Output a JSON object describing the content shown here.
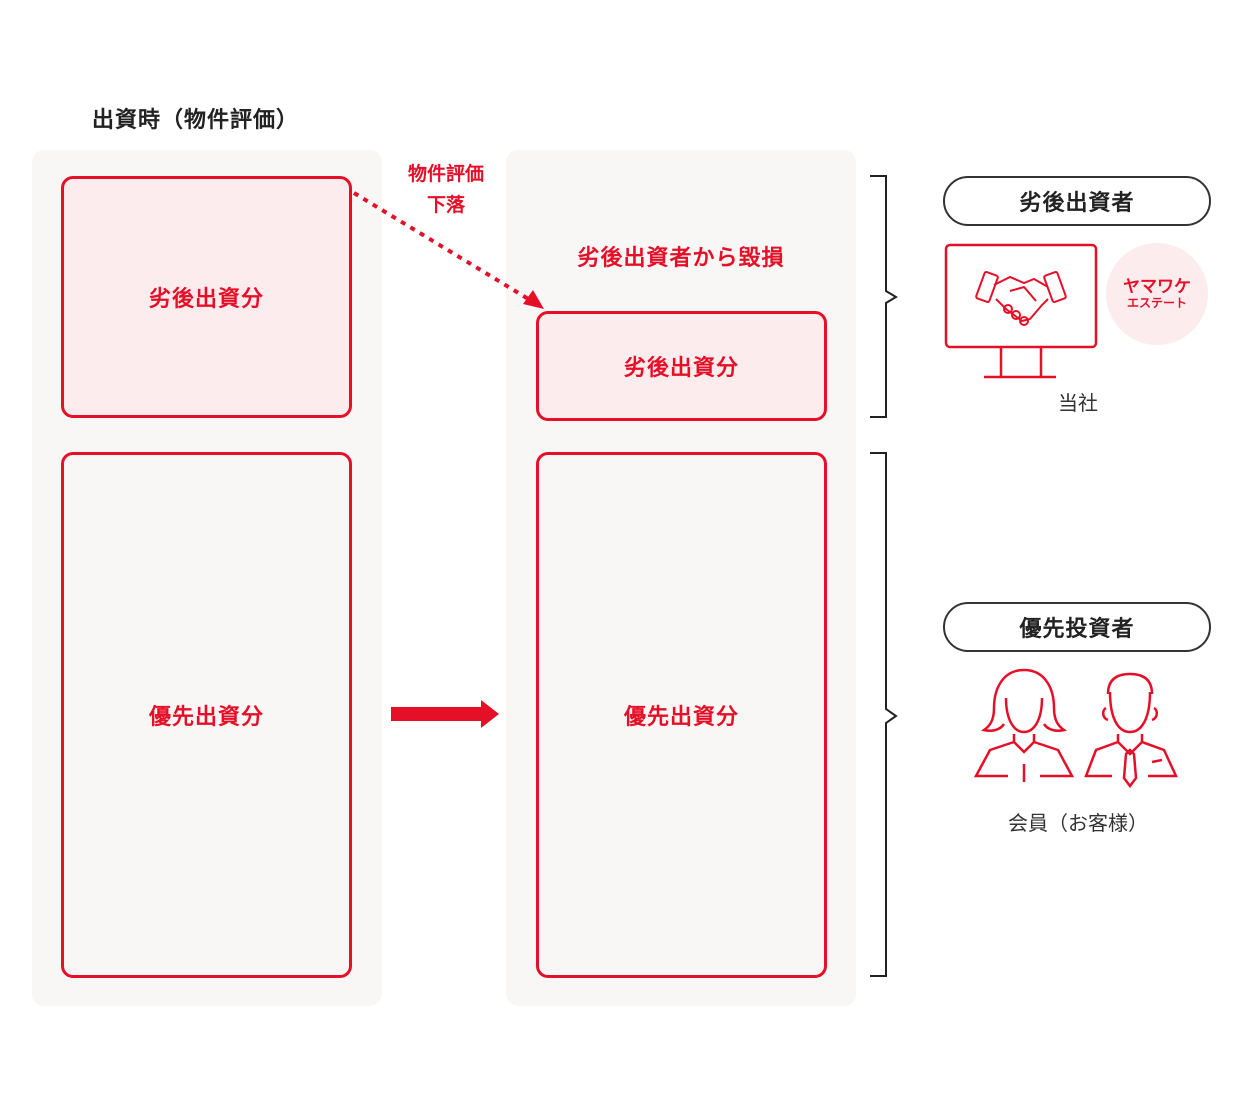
{
  "heading": "出資時（物件評価）",
  "left_column": {
    "subordinated_label": "劣後出資分",
    "senior_label": "優先出資分"
  },
  "annotation": {
    "line1": "物件評価",
    "line2": "下落"
  },
  "right_column": {
    "loss_note": "劣後出資者から毀損",
    "subordinated_label": "劣後出資分",
    "senior_label": "優先出資分"
  },
  "investors": {
    "subordinated": {
      "title": "劣後出資者",
      "logo_line1": "ヤマワケ",
      "logo_line2": "エステート",
      "caption": "当社"
    },
    "senior": {
      "title": "優先投資者",
      "caption": "会員（お客様）"
    }
  },
  "colors": {
    "accent": "#e60f28",
    "accent_light": "#fdecee",
    "panel_bg": "#f8f7f6",
    "text": "#222222"
  }
}
